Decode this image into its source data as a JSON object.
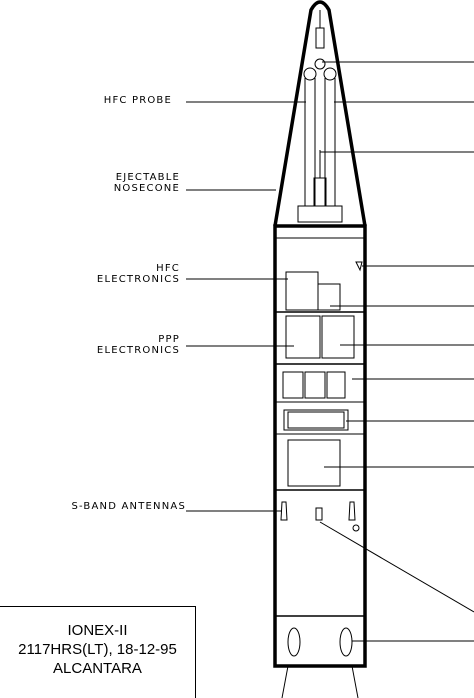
{
  "labels": {
    "hfc_probe": "HFC PROBE",
    "ejectable_nosecone_line1": "EJECTABLE",
    "ejectable_nosecone_line2": "NOSECONE",
    "hfc_electronics_line1": "HFC",
    "hfc_electronics_line2": "ELECTRONICS",
    "ppp_electronics_line1": "PPP",
    "ppp_electronics_line2": "ELECTRONICS",
    "s_band_antennas": "S-BAND ANTENNAS"
  },
  "caption": {
    "line1": "IONEX-II",
    "line2": "2117HRS(LT), 18-12-95",
    "line3": "ALCANTARA"
  }
}
